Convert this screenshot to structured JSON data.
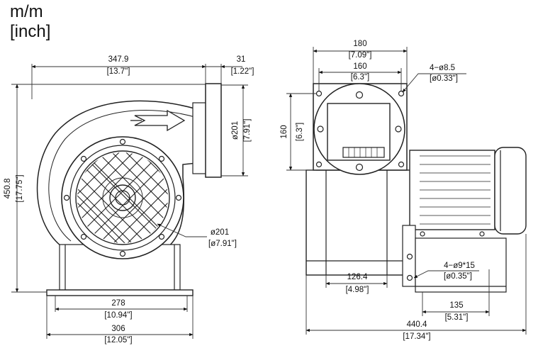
{
  "units": {
    "primary": "m/m",
    "secondary": "[inch]"
  },
  "front_view": {
    "width_mm": "347.9",
    "width_in": "[13.7\"]",
    "flange_mm": "31",
    "flange_in": "[1.22\"]",
    "outlet_dia_mm": "ø201",
    "outlet_dia_in": "[7.91\"]",
    "height_mm": "450.8",
    "height_in": "[17.75\"]",
    "inlet_dia_mm": "ø201",
    "inlet_dia_in": "[ø7.91\"]",
    "base_inner_mm": "278",
    "base_inner_in": "[10.94\"]",
    "base_outer_mm": "306",
    "base_outer_in": "[12.05\"]"
  },
  "side_view": {
    "flange_outer_mm": "180",
    "flange_outer_in": "[7.09\"]",
    "flange_inner_mm": "160",
    "flange_inner_in": "[6.3\"]",
    "flange_height_mm": "160",
    "flange_height_in": "[6.3\"]",
    "bolt_holes_mm": "4−ø8.5",
    "bolt_holes_in": "[ø0.33\"]",
    "body_width_mm": "126.4",
    "body_width_in": "[4.98\"]",
    "foot_holes_mm": "4−ø9*15",
    "foot_holes_in": "[ø0.35\"]",
    "foot_spacing_mm": "135",
    "foot_spacing_in": "[5.31\"]",
    "total_length_mm": "440.4",
    "total_length_in": "[17.34\"]"
  }
}
